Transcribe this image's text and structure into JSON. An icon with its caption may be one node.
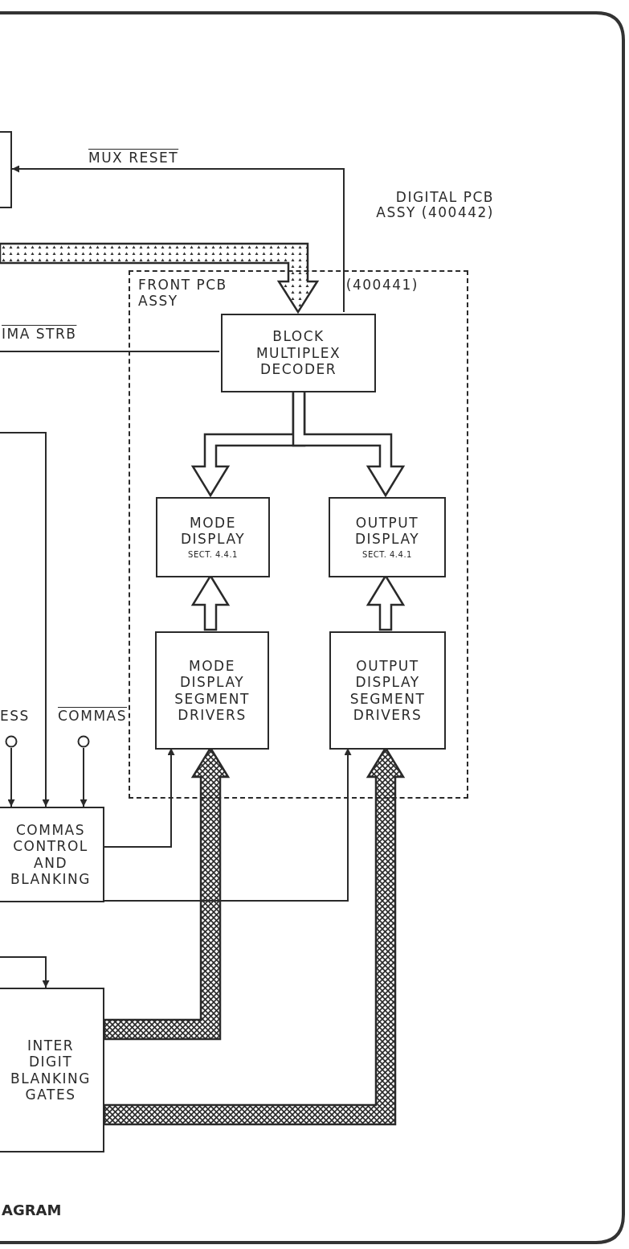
{
  "diagram": {
    "caption": "AGRAM",
    "nodes": [
      {
        "text": [],
        "shape": "box"
      },
      {
        "text": [
          "FRONT PCB ASSY",
          "(400441)"
        ]
      },
      {
        "text": [
          "BLOCK MULTIPLEX DECODER"
        ],
        "in": 1
      },
      {
        "text": [
          "MODE DISPLAY",
          "SECT. 4.4.1"
        ],
        "in": 1
      },
      {
        "text": [
          "OUTPUT DISPLAY",
          "SECT. 4.4.1"
        ],
        "in": 1
      },
      {
        "text": [
          "MODE DISPLAY SEGMENT DRIVERS"
        ],
        "in": 1
      },
      {
        "text": [
          "OUTPUT DISPLAY SEGMENT DRIVERS"
        ],
        "in": 1
      },
      {
        "text": [
          "ESS"
        ]
      },
      {
        "text": [
          "COMMAS"
        ]
      },
      {
        "text": [
          "COMMAS CONTROL AND BLANKING"
        ]
      },
      {
        "text": [
          "INTER DIGIT BLANKING GATES"
        ]
      }
    ],
    "edges": [
      {
        "from": 2,
        "to": 0,
        "arrow": "to",
        "label": "MUX RESET"
      },
      {
        "from": null,
        "to": 2,
        "arrow": "to",
        "style": "thick"
      },
      {
        "from": 2,
        "to": 3,
        "arrow": "to",
        "style": "thick"
      },
      {
        "from": 2,
        "to": 4,
        "arrow": "to",
        "style": "thick"
      },
      {
        "from": 5,
        "to": 3,
        "arrow": "to",
        "style": "thick"
      },
      {
        "from": 6,
        "to": 4,
        "arrow": "to",
        "style": "thick"
      },
      {
        "from": 10,
        "to": 5,
        "arrow": "to",
        "style": "thick"
      },
      {
        "from": 10,
        "to": 6,
        "arrow": "to",
        "style": "thick"
      },
      {
        "from": 9,
        "to": 5,
        "arrow": "to"
      },
      {
        "from": 9,
        "to": 6,
        "arrow": "to"
      },
      {
        "from": 7,
        "to": 9,
        "arrow": "to"
      },
      {
        "from": null,
        "to": 9,
        "arrow": "to"
      },
      {
        "from": 8,
        "to": 9,
        "arrow": "to"
      },
      {
        "from": null,
        "to": 10,
        "arrow": "to"
      },
      {
        "from": null,
        "to": 2,
        "arrow": "none",
        "label": "IMA STRB"
      }
    ],
    "labels": [
      "DIGITAL PCB ASSY (400442)"
    ]
  }
}
